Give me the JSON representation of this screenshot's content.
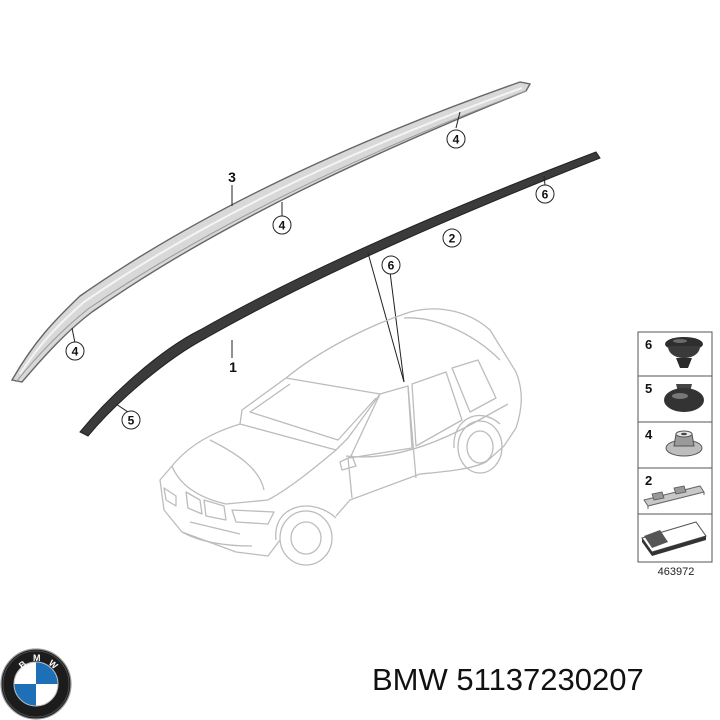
{
  "callouts": {
    "rail_top": "4",
    "rail_mid": "4",
    "rail_end": "4",
    "rail_main": "3",
    "strip_top": "6",
    "strip_mid": "2",
    "strip_low": "6",
    "strip_main": "1",
    "strip_end": "5"
  },
  "legend": {
    "items": [
      {
        "num": "6",
        "icon": "push-clip-icon"
      },
      {
        "num": "5",
        "icon": "rivet-clip-icon"
      },
      {
        "num": "4",
        "icon": "nut-icon"
      },
      {
        "num": "2",
        "icon": "clip-strip-icon"
      },
      {
        "num": "",
        "icon": "adhesive-tape-icon"
      }
    ],
    "diagram_id": "463972"
  },
  "footer": {
    "brand": "BMW",
    "part_number": "51137230207",
    "logo_letters": "BMW"
  },
  "colors": {
    "rail_fill": "#d4d4d4",
    "rail_stroke": "#6a6a6a",
    "strip_fill": "#3a3a3a",
    "car_stroke": "#bdbdbd",
    "logo_blue": "#1d6fb8",
    "logo_ring": "#1a1a1a"
  }
}
